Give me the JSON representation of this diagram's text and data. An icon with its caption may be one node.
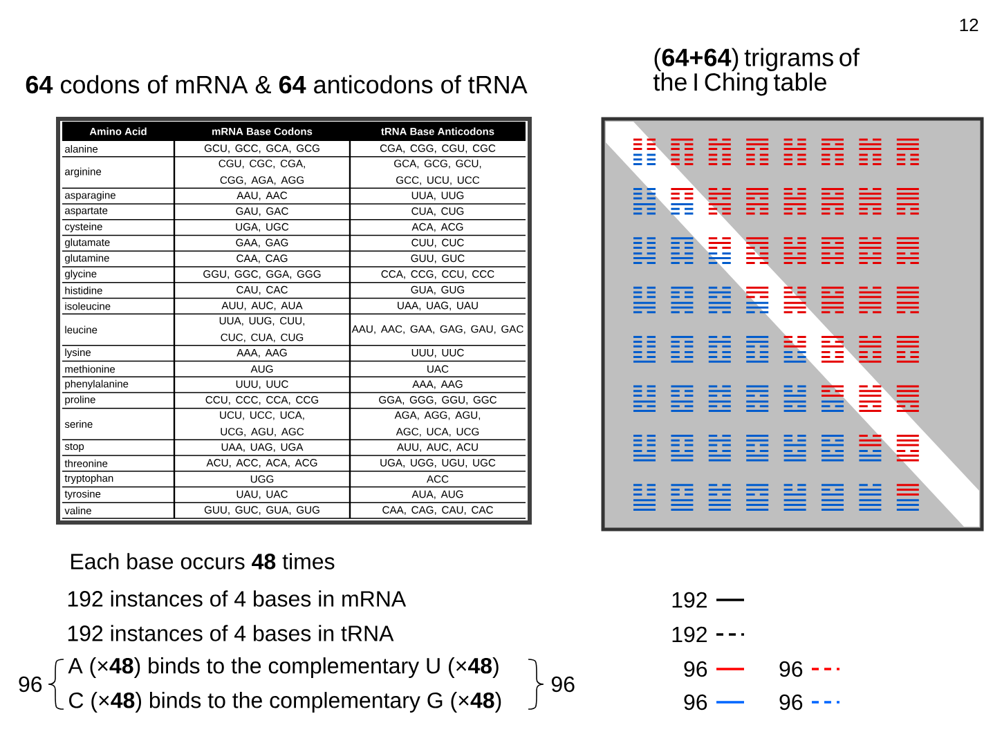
{
  "diagram": {
    "labels": [
      "12",
      "**64** codons of mRNA & **64** anticodons of tRNA",
      "(**64+64**) trigrams of the I Ching table",
      "Amino Acid",
      "mRNA Base Codons",
      "tRNA Base Anticodons",
      "alanine",
      "GCU, GCC, GCA, GCG",
      "CGA, CGG, CGU, CGC",
      "arginine",
      "CGU, CGC, CGA, CGG, AGA, AGG",
      "GCA, GCG, GCU, GCC, UCU, UCC",
      "asparagine",
      "AAU, AAC",
      "UUA, UUG",
      "aspartate",
      "GAU, GAC",
      "CUA, CUG",
      "cysteine",
      "UGA, UGC",
      "ACA, ACG",
      "glutamate",
      "GAA, GAG",
      "CUU, CUC",
      "glutamine",
      "CAA, CAG",
      "GUU, GUC",
      "glycine",
      "GGU, GGC, GGA, GGG",
      "CCA, CCG, CCU, CCC",
      "histidine",
      "CAU, CAC",
      "GUA, GUG",
      "isoleucine",
      "AUU, AUC, AUA",
      "UAA, UAG, UAU",
      "leucine",
      "UUA, UUG, CUU, CUC, CUA, CUG",
      "AAU, AAC, GAA, GAG, GAU, GAC",
      "lysine",
      "AAA, AAG",
      "UUU, UUC",
      "methionine",
      "AUG",
      "UAC",
      "phenylalanine",
      "UUU, UUC",
      "AAA, AAG",
      "proline",
      "CCU, CCC, CCA, CCG",
      "GGA, GGG, GGU, GGC",
      "serine",
      "UCU, UCC, UCA, UCG, AGU, AGC",
      "AGA, AGG, AGU, AGC, UCA, UCG",
      "stop",
      "UAA, UAG, UGA",
      "AUU, AUC, ACU",
      "threonine",
      "ACU, ACC, ACA, ACG",
      "UGA, UGG, UGU, UGC",
      "tryptophan",
      "UGG",
      "ACC",
      "tyrosine",
      "UAU, UAC",
      "AUA, AUG",
      "valine",
      "GUU, GUC, GUA, GUG",
      "CAA, CAG, CAU, CAC",
      "Each base occurs **48** times",
      "192 instances of 4 bases in mRNA",
      "192 instances of 4 bases in tRNA",
      "96",
      "A (×**48**) binds to the complementary U (×**48**)",
      "C (×**48**) binds to the complementary G (×**48**)",
      "96"
    ],
    "legend": [
      {
        "text": "192"
      },
      {
        "text": "192"
      },
      {
        "text": "96"
      },
      {
        "text": "96"
      },
      {
        "text": "96"
      },
      {
        "text": "96"
      }
    ]
  }
}
